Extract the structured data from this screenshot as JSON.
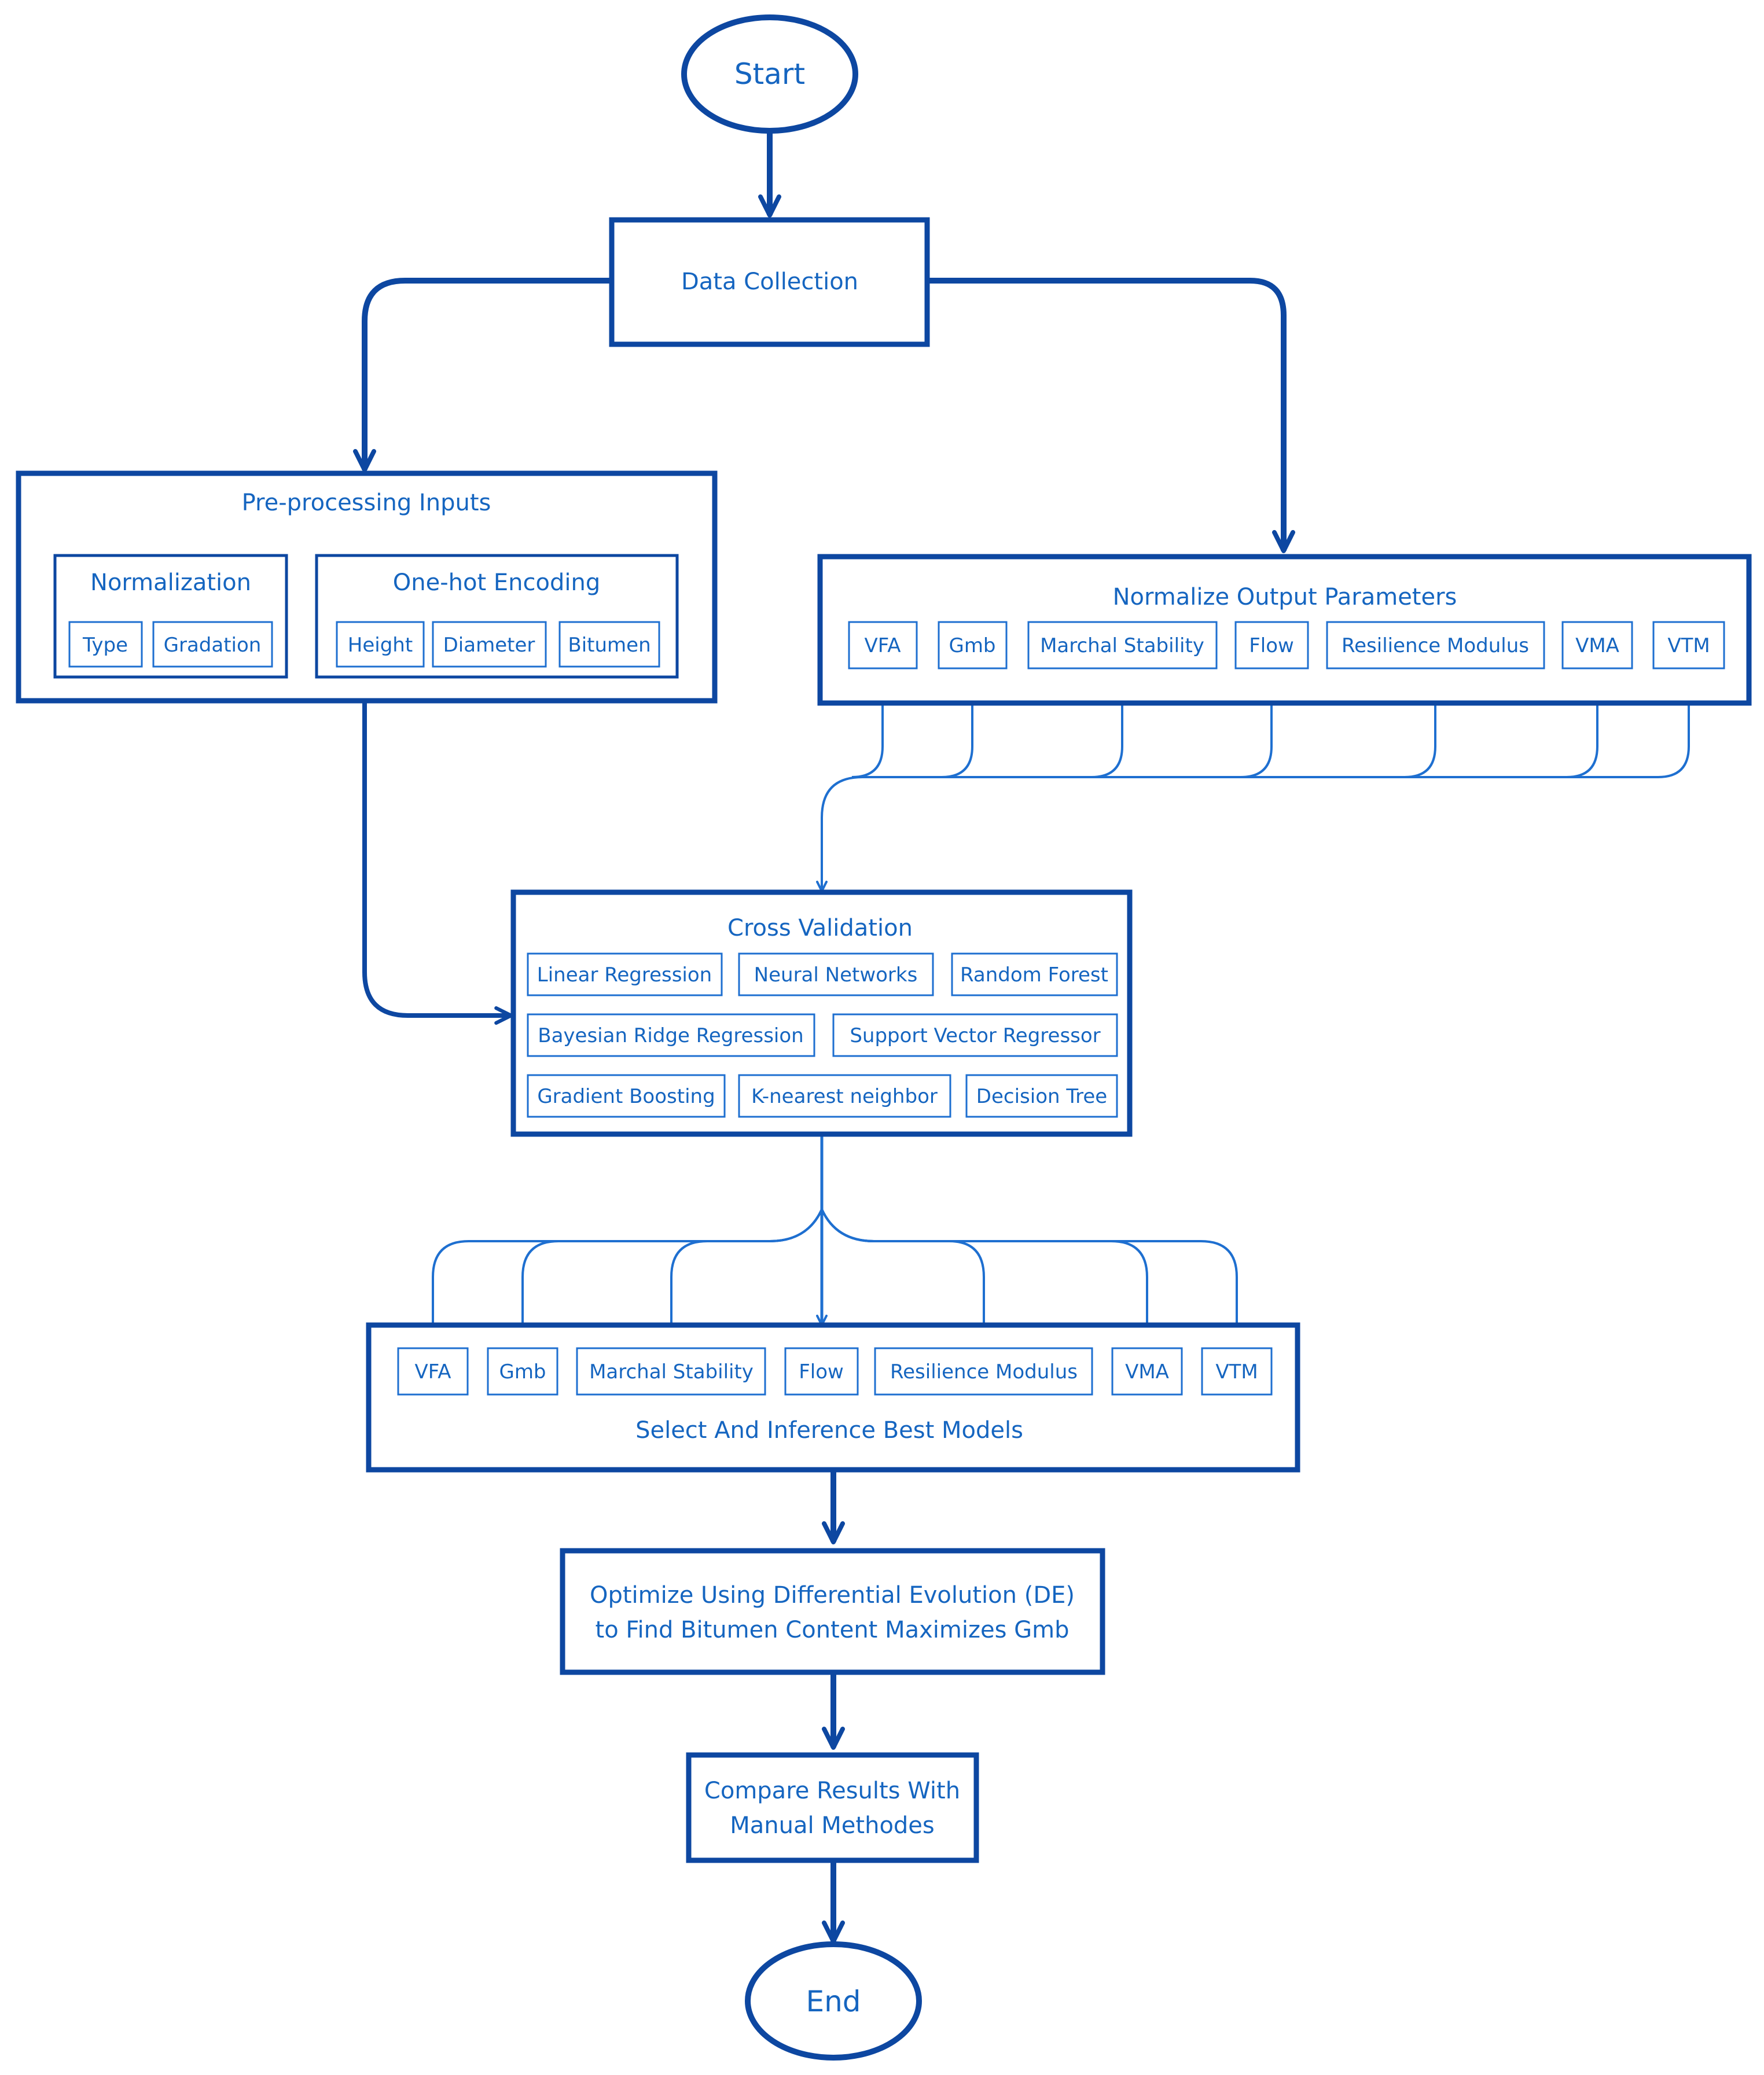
{
  "colors": {
    "primary": "#0d47a1",
    "text": "#1565c0",
    "thin": "#1e6fd0",
    "background": "#ffffff"
  },
  "start": {
    "label": "Start"
  },
  "data_collection": {
    "label": "Data Collection"
  },
  "preprocessing": {
    "title": "Pre-processing Inputs",
    "normalization": {
      "title": "Normalization",
      "items": [
        "Type",
        "Gradation"
      ]
    },
    "one_hot": {
      "title": "One-hot Encoding",
      "items": [
        "Height",
        "Diameter",
        "Bitumen"
      ]
    }
  },
  "normalize_outputs": {
    "title": "Normalize Output Parameters",
    "items": [
      "VFA",
      "Gmb",
      "Marchal Stability",
      "Flow",
      "Resilience Modulus",
      "VMA",
      "VTM"
    ]
  },
  "cross_validation": {
    "title": "Cross Validation",
    "models": [
      "Linear Regression",
      "Neural Networks",
      "Random Forest",
      "Bayesian Ridge Regression",
      "Support Vector Regressor",
      "Gradient Boosting",
      "K-nearest neighbor",
      "Decision Tree"
    ]
  },
  "select_best": {
    "title": "Select And Inference Best Models",
    "items": [
      "VFA",
      "Gmb",
      "Marchal Stability",
      "Flow",
      "Resilience Modulus",
      "VMA",
      "VTM"
    ]
  },
  "optimize": {
    "line1": "Optimize Using Differential Evolution (DE)",
    "line2": "to Find Bitumen Content Maximizes Gmb"
  },
  "compare": {
    "line1": "Compare Results With",
    "line2": "Manual Methodes"
  },
  "end": {
    "label": "End"
  }
}
